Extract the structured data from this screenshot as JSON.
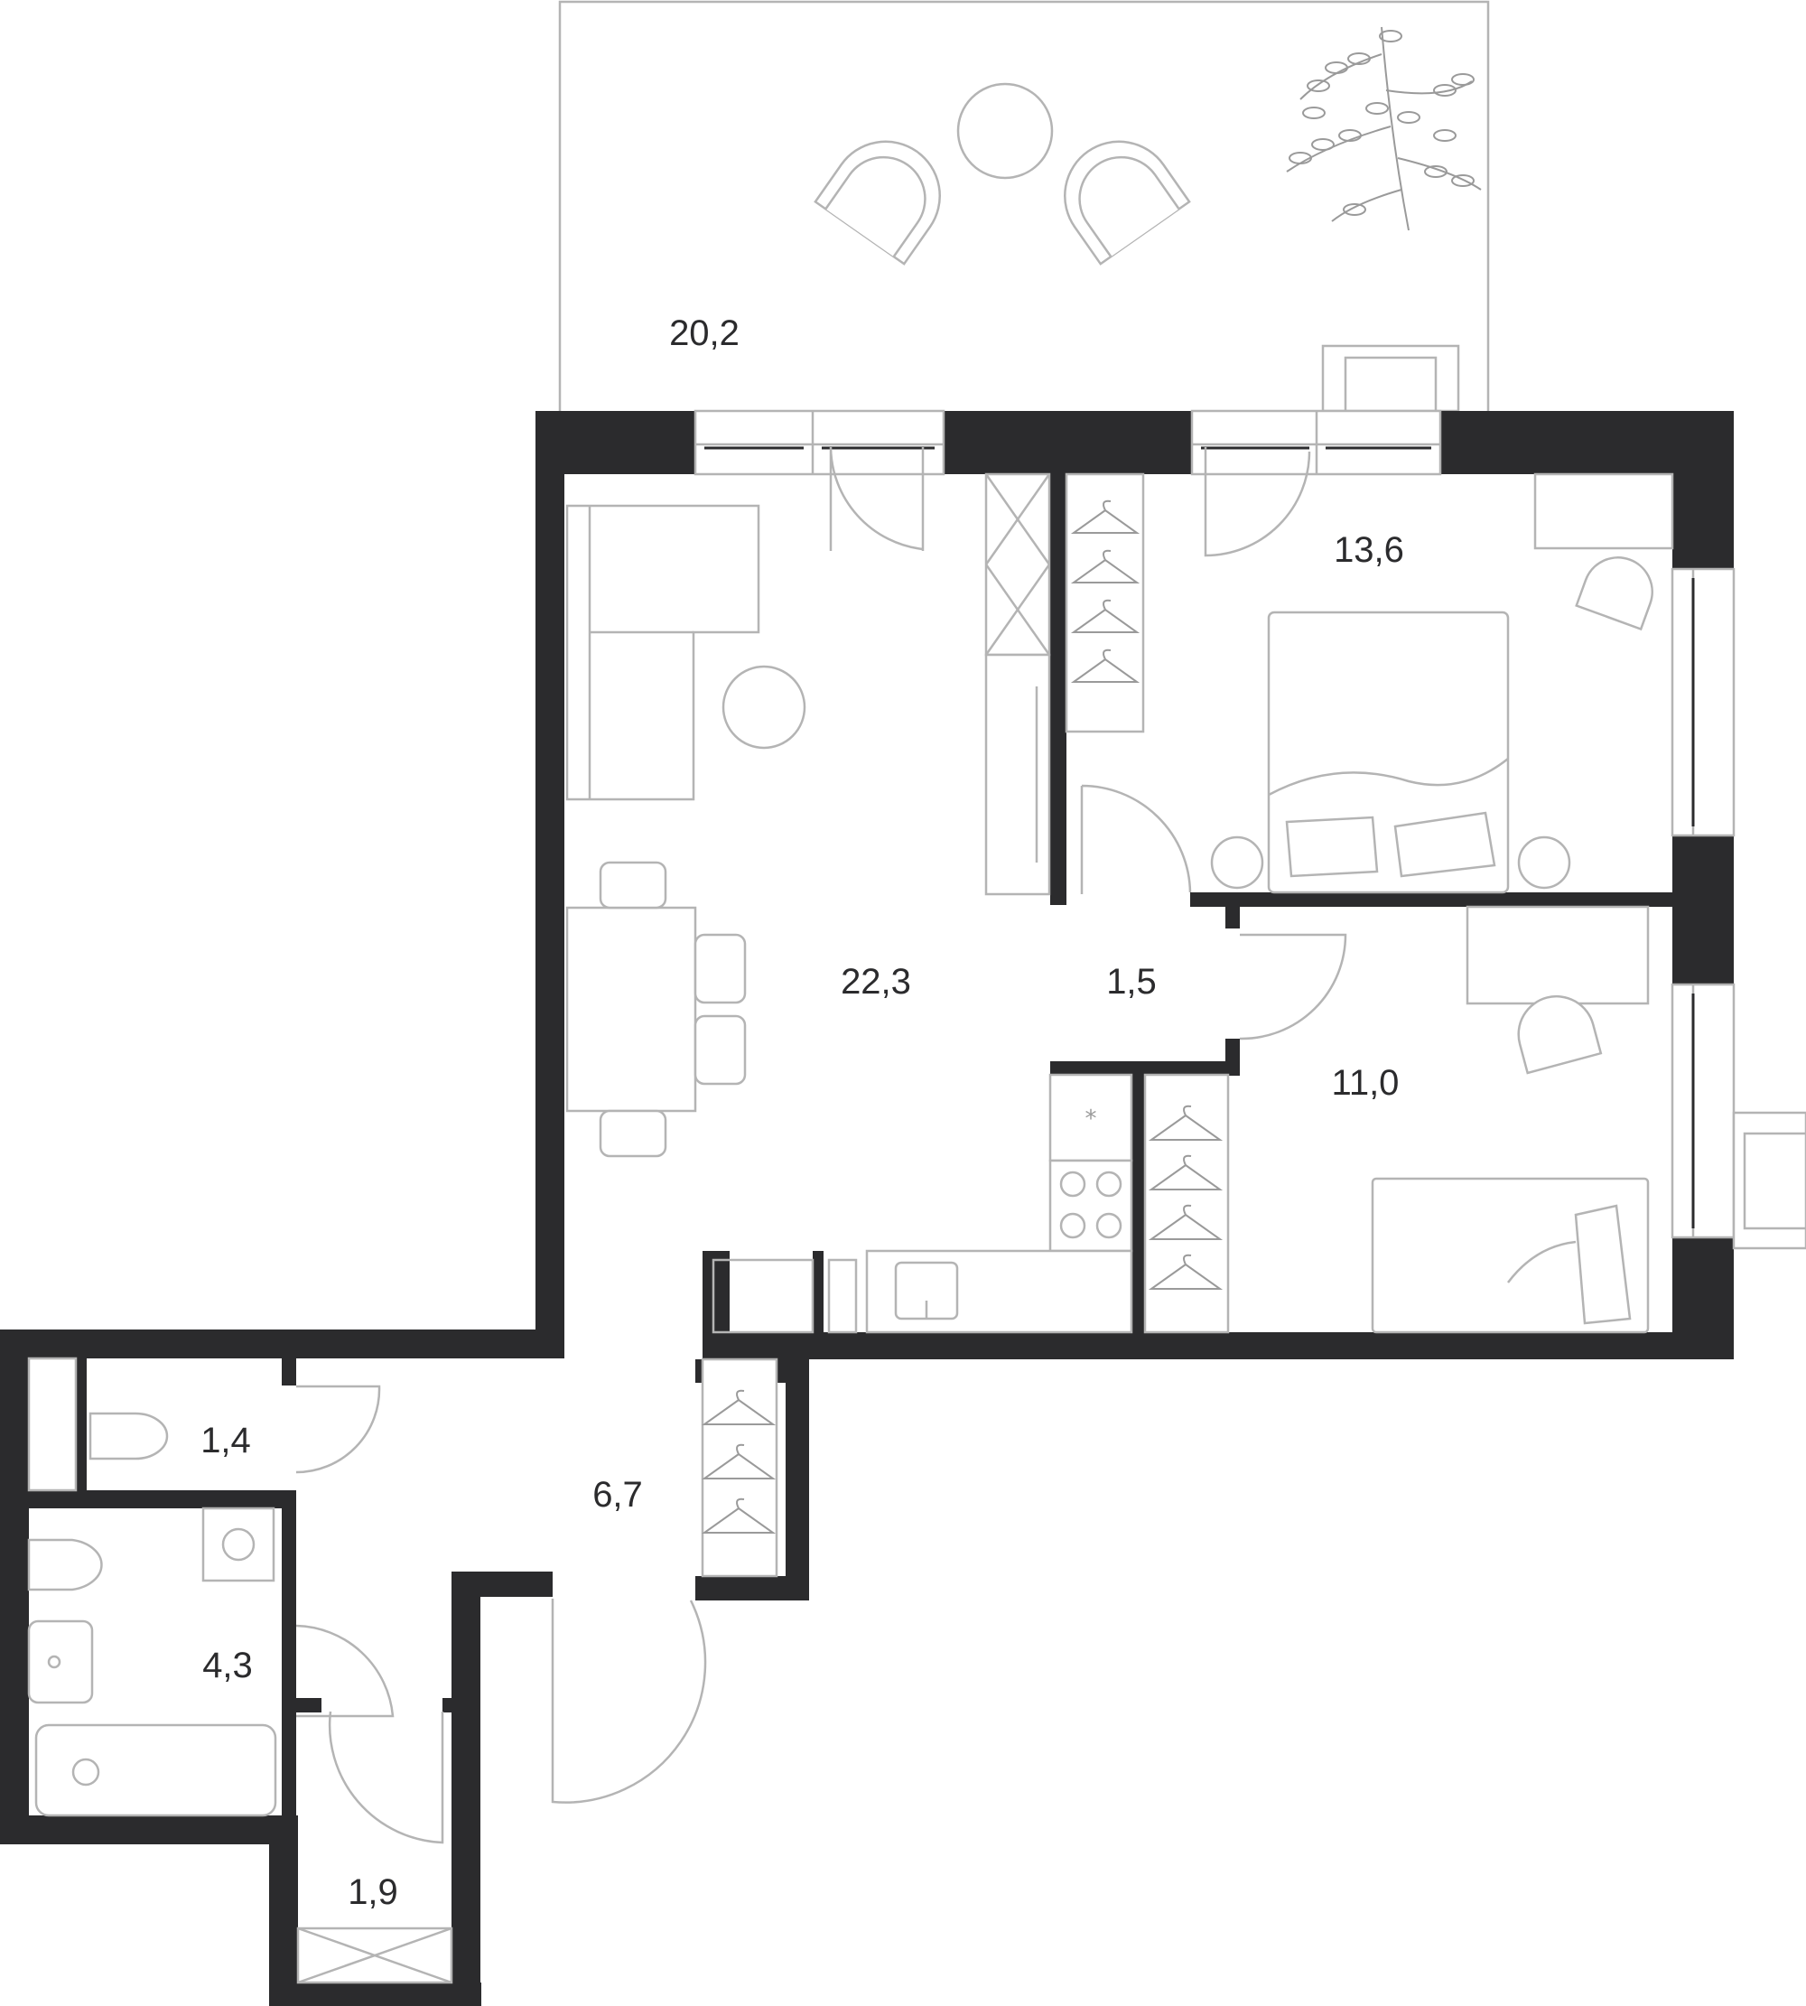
{
  "plan": {
    "wall_color": "#2b2b2d",
    "line_color": "#b4b4b4",
    "rooms": [
      {
        "id": "balcony",
        "area": "20,2"
      },
      {
        "id": "bedroom",
        "area": "13,6"
      },
      {
        "id": "living-kitchen",
        "area": "22,3"
      },
      {
        "id": "corridor",
        "area": "1,5"
      },
      {
        "id": "second-bedroom",
        "area": "11,0"
      },
      {
        "id": "toilet",
        "area": "1,4"
      },
      {
        "id": "hallway",
        "area": "6,7"
      },
      {
        "id": "bathroom",
        "area": "4,3"
      },
      {
        "id": "storage",
        "area": "1,9"
      }
    ]
  }
}
